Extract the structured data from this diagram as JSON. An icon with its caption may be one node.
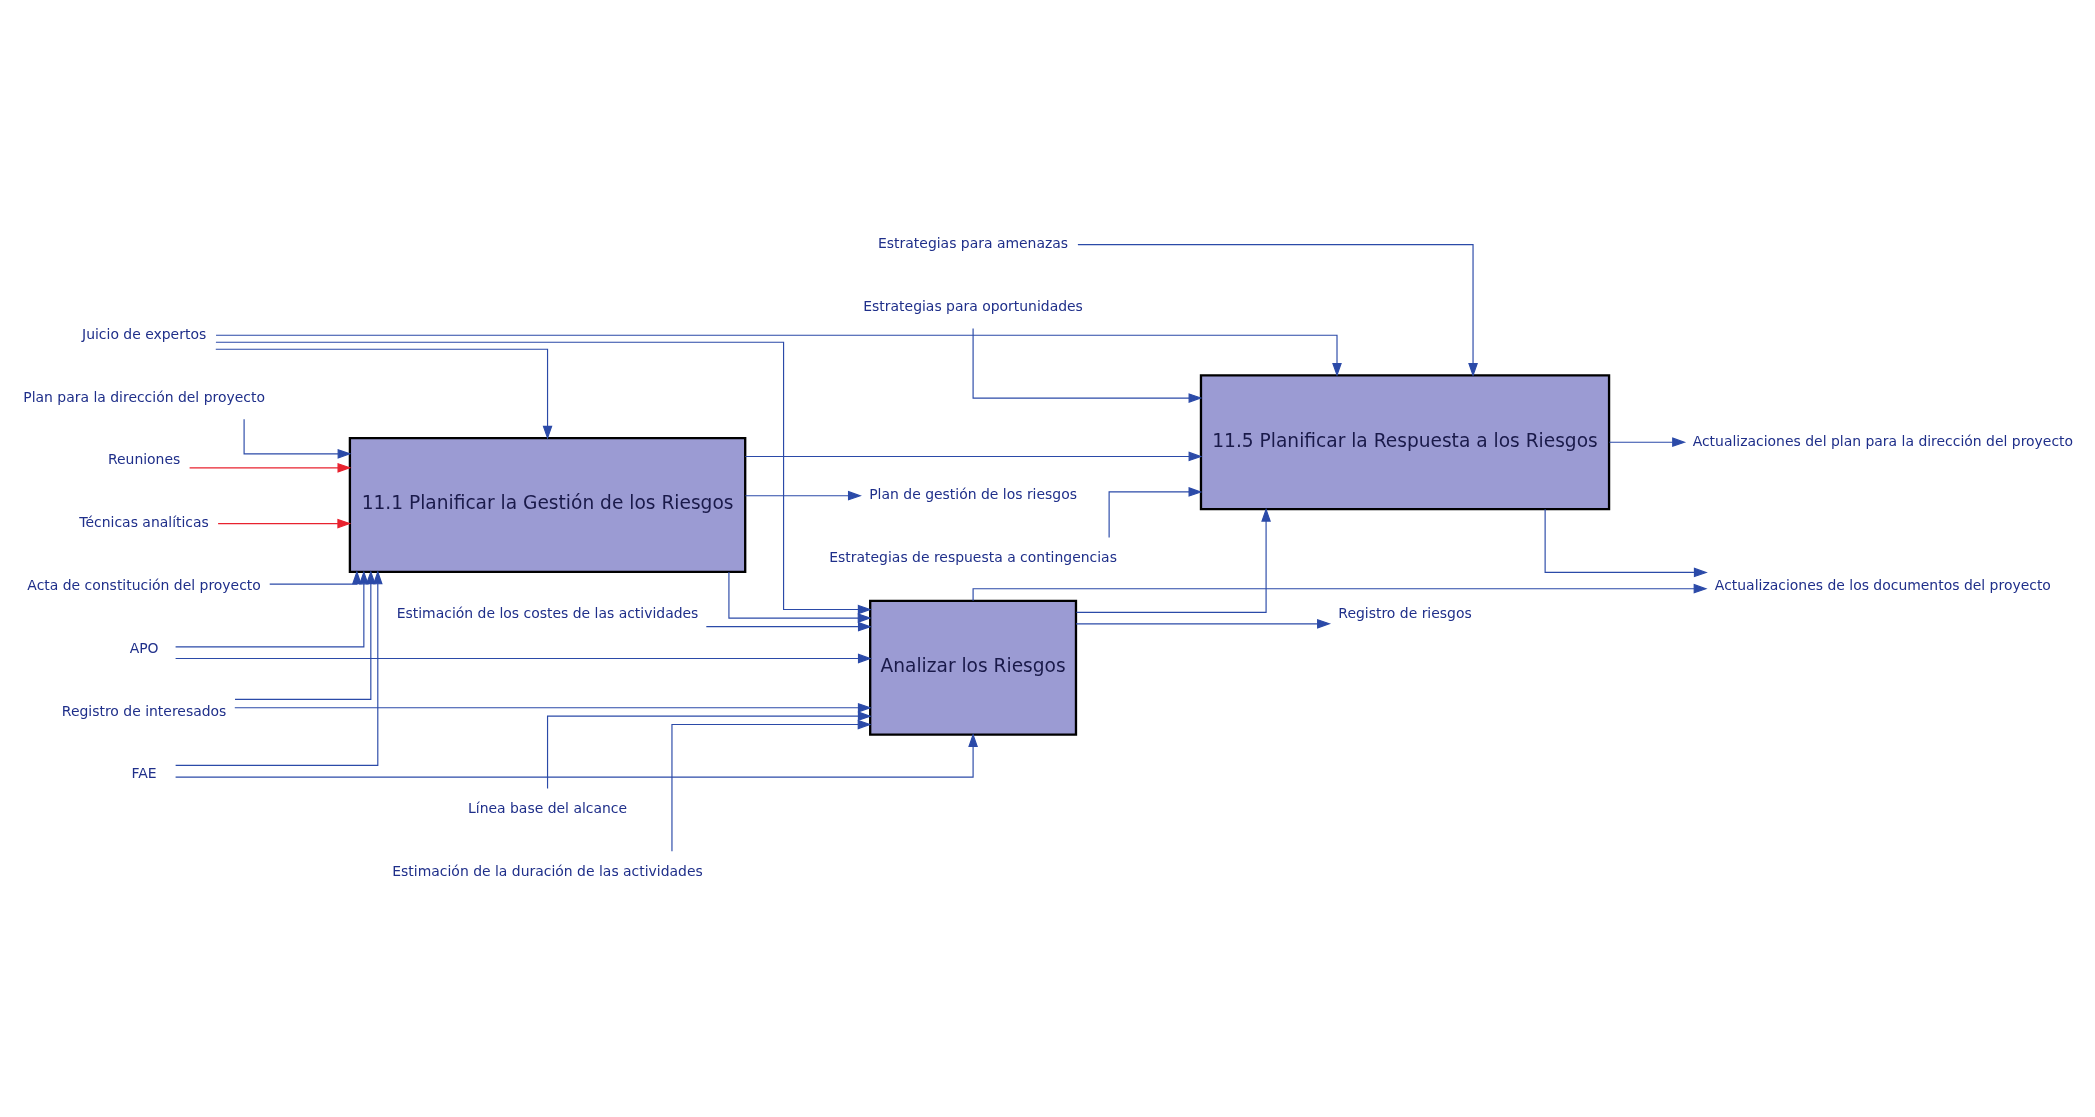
{
  "diagram": {
    "nodes": [
      {
        "text": [
          "11.1 Planificar la Gestión de los Riesgos"
        ]
      },
      {
        "text": [
          "Analizar los Riesgos"
        ]
      },
      {
        "text": [
          "11.5 Planificar la Respuesta a los Riesgos"
        ]
      },
      {
        "text": [
          "Juicio de expertos"
        ]
      },
      {
        "text": [
          "Acta de constitución del proyecto"
        ]
      },
      {
        "text": [
          "Plan para la dirección del proyecto"
        ]
      },
      {
        "text": [
          "Registro de interesados"
        ]
      },
      {
        "text": [
          "FAE"
        ]
      },
      {
        "text": [
          "APO"
        ]
      },
      {
        "text": [
          "Línea base del alcance"
        ]
      },
      {
        "text": [
          "Estimación de la duración de las actividades"
        ]
      },
      {
        "text": [
          "Estimación de los costes de las actividades"
        ]
      },
      {
        "text": [
          "Reuniones"
        ]
      },
      {
        "text": [
          "Técnicas analíticas"
        ]
      },
      {
        "text": [
          "Estrategias de respuesta a contingencias"
        ]
      },
      {
        "text": [
          "Estrategias para amenazas"
        ]
      },
      {
        "text": [
          "Estrategias para oportunidades"
        ]
      },
      {
        "text": [
          "Plan de gestión de los riesgos"
        ]
      },
      {
        "text": [
          "Actualizaciones de los documentos del proyecto"
        ]
      },
      {
        "text": [
          "Registro de riesgos"
        ]
      },
      {
        "text": [
          "Actualizaciones del plan para la dirección del proyecto"
        ]
      }
    ],
    "edges": [
      {
        "from": 3,
        "to": 0,
        "arrow": "to"
      },
      {
        "from": 3,
        "to": 1,
        "arrow": "to"
      },
      {
        "from": 3,
        "to": 2,
        "arrow": "to"
      },
      {
        "from": 4,
        "to": 0,
        "arrow": "to"
      },
      {
        "from": 5,
        "to": 0,
        "arrow": "to"
      },
      {
        "from": 6,
        "to": 0,
        "arrow": "to"
      },
      {
        "from": 7,
        "to": 0,
        "arrow": "to"
      },
      {
        "from": 8,
        "to": 0,
        "arrow": "to"
      },
      {
        "from": 12,
        "to": 0,
        "arrow": "to",
        "color": "#e8222e"
      },
      {
        "from": 13,
        "to": 0,
        "arrow": "to",
        "color": "#e8222e"
      },
      {
        "from": 0,
        "to": 17,
        "arrow": "to"
      },
      {
        "from": 0,
        "to": 1,
        "arrow": "to"
      },
      {
        "from": 0,
        "to": 2,
        "arrow": "to"
      },
      {
        "from": 6,
        "to": 1,
        "arrow": "to"
      },
      {
        "from": 7,
        "to": 1,
        "arrow": "to"
      },
      {
        "from": 8,
        "to": 1,
        "arrow": "to"
      },
      {
        "from": 9,
        "to": 1,
        "arrow": "to"
      },
      {
        "from": 10,
        "to": 1,
        "arrow": "to"
      },
      {
        "from": 11,
        "to": 1,
        "arrow": "to"
      },
      {
        "from": 1,
        "to": 18,
        "arrow": "to"
      },
      {
        "from": 1,
        "to": 19,
        "arrow": "to"
      },
      {
        "from": 1,
        "to": 2,
        "arrow": "to"
      },
      {
        "from": 14,
        "to": 2,
        "arrow": "to"
      },
      {
        "from": 15,
        "to": 2,
        "arrow": "to"
      },
      {
        "from": 16,
        "to": 2,
        "arrow": "to"
      },
      {
        "from": 2,
        "to": 18,
        "arrow": "to"
      },
      {
        "from": 2,
        "to": 20,
        "arrow": "to"
      }
    ]
  }
}
